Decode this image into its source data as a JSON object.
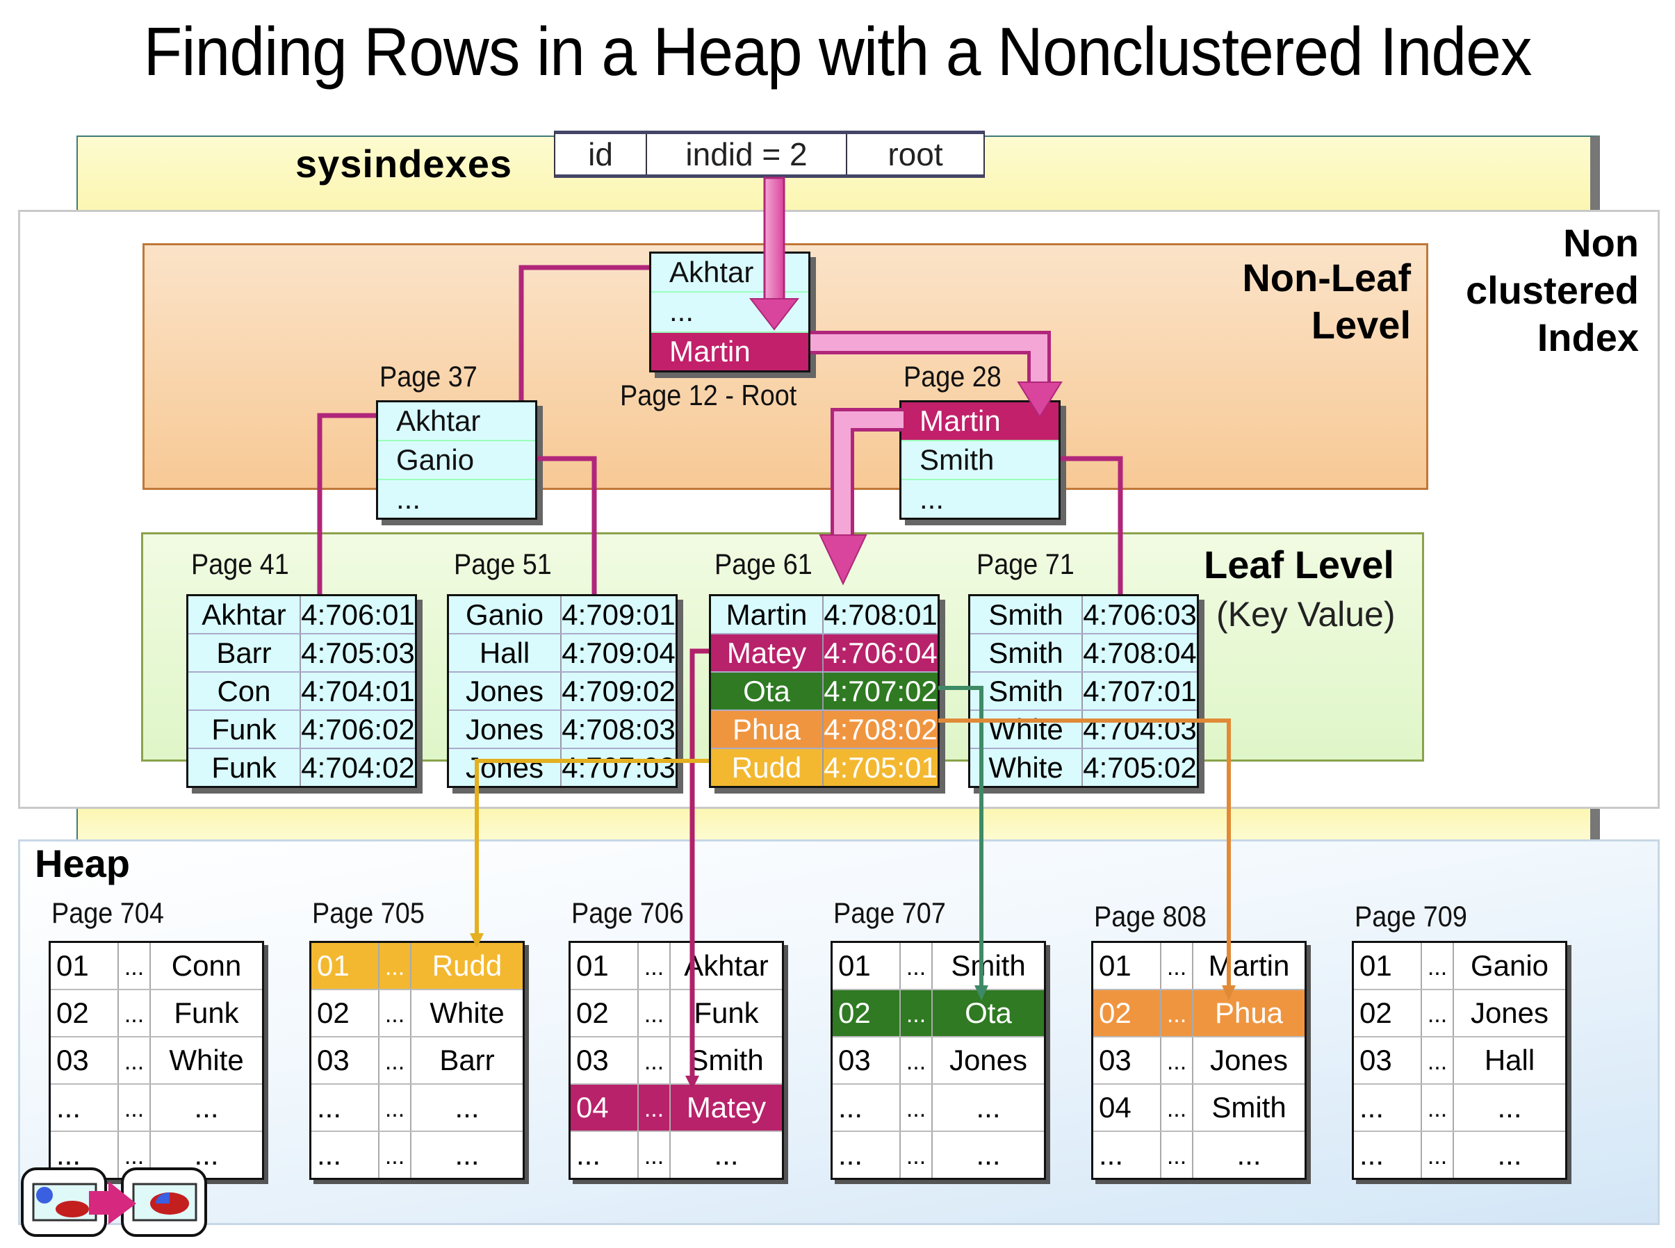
{
  "title": "Finding Rows in a Heap with a Nonclustered Index",
  "sysindexes": {
    "label": "sysindexes",
    "columns": [
      "id",
      "indid = 2",
      "root"
    ]
  },
  "nonclustered_index_label": [
    "Non",
    "clustered",
    "Index"
  ],
  "non_leaf": {
    "label": [
      "Non-Leaf",
      "Level"
    ],
    "root": {
      "caption": "Page 12 - Root",
      "rows": [
        "Akhtar",
        "...",
        "Martin"
      ],
      "highlight": 2
    },
    "page37": {
      "caption": "Page 37",
      "rows": [
        "Akhtar",
        "Ganio",
        "..."
      ]
    },
    "page28": {
      "caption": "Page 28",
      "rows": [
        "Martin",
        "Smith",
        "..."
      ],
      "highlight": 0
    }
  },
  "leaf": {
    "label": "Leaf Level",
    "sublabel": "(Key Value)",
    "pages": [
      {
        "caption": "Page 41",
        "rows": [
          {
            "key": "Akhtar",
            "rid": "4:706:01"
          },
          {
            "key": "Barr",
            "rid": "4:705:03"
          },
          {
            "key": "Con",
            "rid": "4:704:01"
          },
          {
            "key": "Funk",
            "rid": "4:706:02"
          },
          {
            "key": "Funk",
            "rid": "4:704:02"
          }
        ]
      },
      {
        "caption": "Page 51",
        "rows": [
          {
            "key": "Ganio",
            "rid": "4:709:01"
          },
          {
            "key": "Hall",
            "rid": "4:709:04"
          },
          {
            "key": "Jones",
            "rid": "4:709:02"
          },
          {
            "key": "Jones",
            "rid": "4:708:03"
          },
          {
            "key": "Jones",
            "rid": "4:707:03"
          }
        ]
      },
      {
        "caption": "Page 61",
        "rows": [
          {
            "key": "Martin",
            "rid": "4:708:01"
          },
          {
            "key": "Matey",
            "rid": "4:706:04",
            "color": "magenta"
          },
          {
            "key": "Ota",
            "rid": "4:707:02",
            "color": "green"
          },
          {
            "key": "Phua",
            "rid": "4:708:02",
            "color": "orange"
          },
          {
            "key": "Rudd",
            "rid": "4:705:01",
            "color": "yellow"
          }
        ]
      },
      {
        "caption": "Page 71",
        "rows": [
          {
            "key": "Smith",
            "rid": "4:706:03"
          },
          {
            "key": "Smith",
            "rid": "4:708:04"
          },
          {
            "key": "Smith",
            "rid": "4:707:01"
          },
          {
            "key": "White",
            "rid": "4:704:03"
          },
          {
            "key": "White",
            "rid": "4:705:02"
          }
        ]
      }
    ]
  },
  "heap": {
    "label": "Heap",
    "pages": [
      {
        "caption": "Page 704",
        "rows": [
          {
            "slot": "01",
            "dots": "...",
            "name": "Conn"
          },
          {
            "slot": "02",
            "dots": "...",
            "name": "Funk"
          },
          {
            "slot": "03",
            "dots": "...",
            "name": "White"
          },
          {
            "slot": "...",
            "dots": "...",
            "name": "..."
          },
          {
            "slot": "...",
            "dots": "...",
            "name": "..."
          }
        ]
      },
      {
        "caption": "Page 705",
        "rows": [
          {
            "slot": "01",
            "dots": "...",
            "name": "Rudd",
            "color": "yellow"
          },
          {
            "slot": "02",
            "dots": "...",
            "name": "White"
          },
          {
            "slot": "03",
            "dots": "...",
            "name": "Barr"
          },
          {
            "slot": "...",
            "dots": "...",
            "name": "..."
          },
          {
            "slot": "...",
            "dots": "...",
            "name": "..."
          }
        ]
      },
      {
        "caption": "Page 706",
        "rows": [
          {
            "slot": "01",
            "dots": "...",
            "name": "Akhtar"
          },
          {
            "slot": "02",
            "dots": "...",
            "name": "Funk"
          },
          {
            "slot": "03",
            "dots": "...",
            "name": "Smith"
          },
          {
            "slot": "04",
            "dots": "...",
            "name": "Matey",
            "color": "magenta"
          },
          {
            "slot": "...",
            "dots": "...",
            "name": "..."
          }
        ]
      },
      {
        "caption": "Page 707",
        "rows": [
          {
            "slot": "01",
            "dots": "...",
            "name": "Smith"
          },
          {
            "slot": "02",
            "dots": "...",
            "name": "Ota",
            "color": "green"
          },
          {
            "slot": "03",
            "dots": "...",
            "name": "Jones"
          },
          {
            "slot": "...",
            "dots": "...",
            "name": "..."
          },
          {
            "slot": "...",
            "dots": "...",
            "name": "..."
          }
        ]
      },
      {
        "caption": "Page 808",
        "rows": [
          {
            "slot": "01",
            "dots": "...",
            "name": "Martin"
          },
          {
            "slot": "02",
            "dots": "...",
            "name": "Phua",
            "color": "orange"
          },
          {
            "slot": "03",
            "dots": "...",
            "name": "Jones"
          },
          {
            "slot": "04",
            "dots": "...",
            "name": "Smith"
          },
          {
            "slot": "...",
            "dots": "...",
            "name": "..."
          }
        ]
      },
      {
        "caption": "Page 709",
        "rows": [
          {
            "slot": "01",
            "dots": "...",
            "name": "Ganio"
          },
          {
            "slot": "02",
            "dots": "...",
            "name": "Jones"
          },
          {
            "slot": "03",
            "dots": "...",
            "name": "Hall"
          },
          {
            "slot": "...",
            "dots": "...",
            "name": "..."
          },
          {
            "slot": "...",
            "dots": "...",
            "name": "..."
          }
        ]
      }
    ]
  },
  "colors": {
    "magenta": "#b8226a",
    "green": "#2f7a22",
    "orange": "#f0953f",
    "yellow": "#f3b830",
    "pointer_pink": "#e060b0",
    "pointer_line": "#b0267a",
    "green_line": "#3e8a66",
    "orange_line": "#e08a38",
    "yellow_line": "#e4b020"
  },
  "nav_icons": [
    "previous-slide-icon",
    "next-slide-icon"
  ]
}
